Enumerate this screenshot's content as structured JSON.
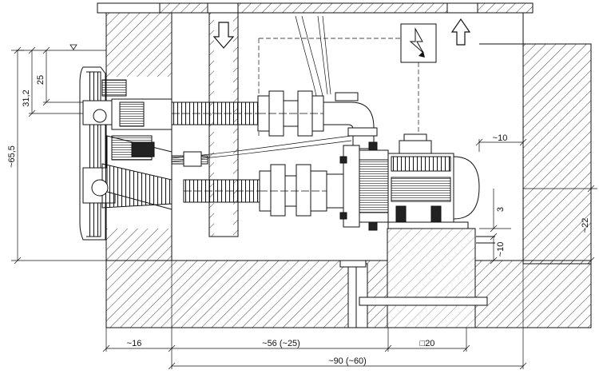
{
  "dimensions": {
    "water_depth": "25",
    "inlet_height": "31,2",
    "total_height": "~65,5",
    "wall_thickness": "~16",
    "pipe_length": "~56 (~25)",
    "motor_base": "□20",
    "total_length": "~90 (~60)",
    "motor_offset": "~10",
    "small_gap": "3",
    "motor_height": "~22",
    "base_offset": "~10"
  },
  "symbols": {
    "water_level": "water-level-triangle",
    "electric": "lightning-bolt-icon",
    "arrow_down": "down-arrow-icon",
    "arrow_up": "up-arrow-icon"
  },
  "colors": {
    "line": "#111111",
    "background": "#ffffff"
  }
}
